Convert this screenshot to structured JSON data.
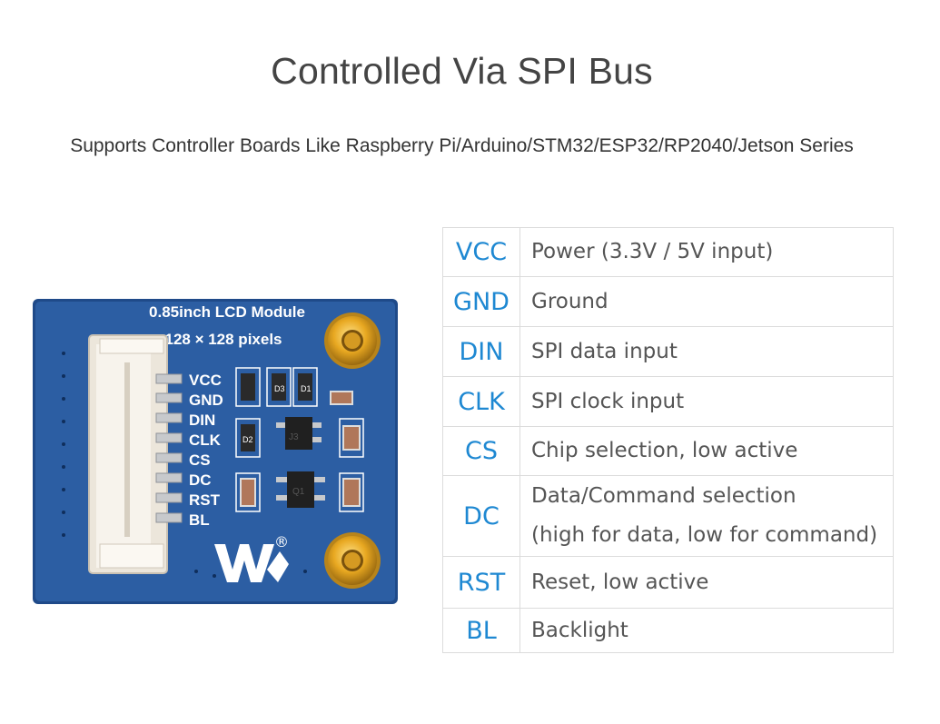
{
  "header": {
    "title": "Controlled Via SPI Bus",
    "subtitle": "Supports Controller Boards Like Raspberry Pi/Arduino/STM32/ESP32/RP2040/Jetson Series"
  },
  "board": {
    "title": "0.85inch LCD Module",
    "resolution": "128 × 128 pixels",
    "pin_labels": [
      "VCC",
      "GND",
      "DIN",
      "CLK",
      "CS",
      "DC",
      "RST",
      "BL"
    ],
    "chip_labels": [
      "D3",
      "D1",
      "D2",
      "J3",
      "Q1"
    ],
    "logo_mark": "®",
    "colors": {
      "pcb": "#2b5a9e",
      "pcb_edge": "#1d4480",
      "connector": "#f1ece4",
      "gold": "#e0a21c",
      "silk": "#ffffff"
    }
  },
  "pins": [
    {
      "name": "VCC",
      "desc": "Power (3.3V / 5V input)"
    },
    {
      "name": "GND",
      "desc": "Ground"
    },
    {
      "name": "DIN",
      "desc": "SPI data input"
    },
    {
      "name": "CLK",
      "desc": "SPI clock input"
    },
    {
      "name": "CS",
      "desc": "Chip selection, low active"
    },
    {
      "name": "DC",
      "desc": "Data/Command selection",
      "desc2": "(high for data, low for command)"
    },
    {
      "name": "RST",
      "desc": "Reset, low active"
    },
    {
      "name": "BL",
      "desc": "Backlight"
    }
  ],
  "colors": {
    "pin_name": "#1e88d2",
    "desc_text": "#555555",
    "border": "#dcdcdc"
  }
}
